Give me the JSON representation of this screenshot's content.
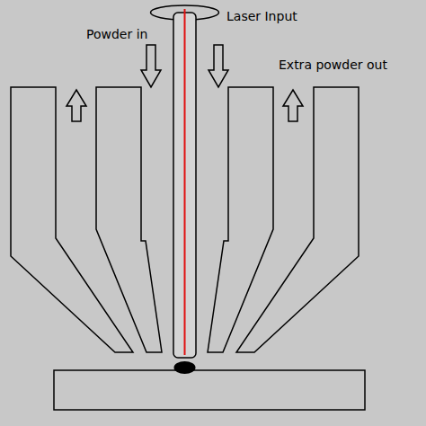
{
  "diagram": {
    "labels": [
      "Laser Input",
      "Powder in",
      "Extra powder out"
    ]
  }
}
